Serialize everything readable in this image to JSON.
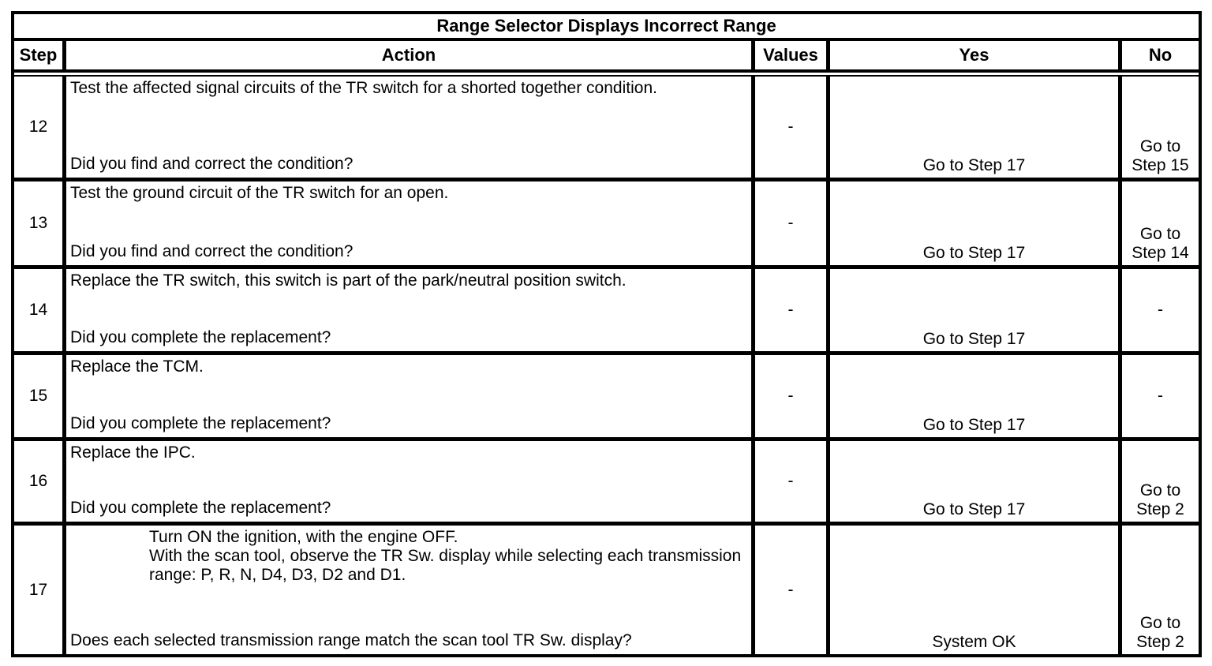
{
  "colors": {
    "border": "#000000",
    "background": "#ffffff",
    "text": "#000000"
  },
  "table": {
    "title": "Range Selector Displays Incorrect Range",
    "columns": [
      "Step",
      "Action",
      "Values",
      "Yes",
      "No"
    ],
    "rows": [
      {
        "step": "12",
        "action": "Test the affected signal circuits of the TR switch for a shorted together condition.",
        "question": "Did you find and correct the condition?",
        "values": "-",
        "yes": "Go to Step 17",
        "no": "Go to Step 15"
      },
      {
        "step": "13",
        "action": "Test the ground circuit of the TR switch for an open.",
        "question": "Did you find and correct the condition?",
        "values": "-",
        "yes": "Go to Step 17",
        "no": "Go to Step 14"
      },
      {
        "step": "14",
        "action": "Replace the TR switch, this switch is part of the park/neutral position switch.",
        "question": "Did you complete the replacement?",
        "values": "-",
        "yes": "Go to Step 17",
        "no": "-"
      },
      {
        "step": "15",
        "action": "Replace the TCM.",
        "question": "Did you complete the replacement?",
        "values": "-",
        "yes": "Go to Step 17",
        "no": "-"
      },
      {
        "step": "16",
        "action": "Replace the IPC.",
        "question": "Did you complete the replacement?",
        "values": "-",
        "yes": "Go to Step 17",
        "no": "Go to Step 2"
      },
      {
        "step": "17",
        "action": [
          "Turn ON the ignition, with the engine OFF.",
          "With the scan tool, observe the TR Sw. display while selecting each transmission range: P, R, N, D4, D3, D2 and D1."
        ],
        "question": "Does each selected transmission range match the scan tool TR Sw. display?",
        "values": "-",
        "yes": "System OK",
        "no": "Go to Step 2"
      }
    ]
  }
}
